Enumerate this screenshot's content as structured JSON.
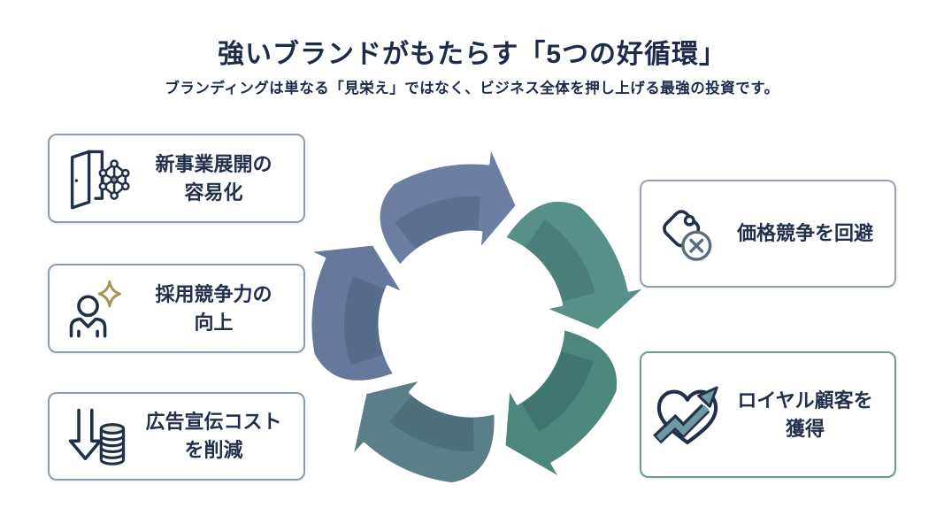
{
  "header": {
    "title": "強いブランドがもたらす「5つの好循環」",
    "subtitle": "ブランディングは単なる「見栄え」ではなく、ビジネス全体を押し上げる最強の投資です。"
  },
  "benefits": [
    {
      "icon": "door-network-icon",
      "lines": [
        "新事業展開の",
        "容易化"
      ],
      "border_color": "#8d9bb0"
    },
    {
      "icon": "person-sparkle-icon",
      "lines": [
        "採用競争力の",
        "向上"
      ],
      "border_color": "#8d9bb0"
    },
    {
      "icon": "cost-reduction-icon",
      "lines": [
        "広告宣伝コスト",
        "を削減"
      ],
      "border_color": "#8d9bb0"
    },
    {
      "icon": "price-tag-x-icon",
      "lines": [
        "価格競争を回避"
      ],
      "border_color": "#94a2b2"
    },
    {
      "icon": "heart-growth-icon",
      "lines": [
        "ロイヤル顧客を",
        "獲得"
      ],
      "border_color": "#6f9a94"
    }
  ],
  "cycle": {
    "type": "cycle-diagram",
    "direction": "clockwise",
    "segments": 5,
    "arrow_colors": [
      "#6c7ea1",
      "#579089",
      "#4c867d",
      "#5b7f86",
      "#66799c"
    ]
  },
  "colors": {
    "text_navy": "#22304d",
    "title_navy": "#1c2b4a",
    "accent_gold": "#ab9254",
    "heart_arrow_teal": "#6f9aa3",
    "coin_top": "#e9e5da",
    "background": "#ffffff"
  }
}
